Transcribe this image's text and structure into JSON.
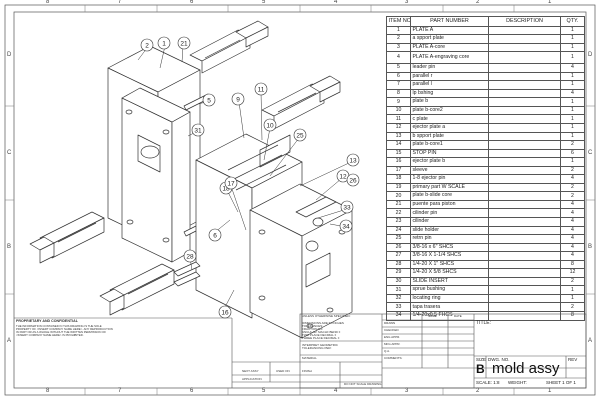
{
  "zones": {
    "top": [
      "8",
      "7",
      "6",
      "5",
      "4",
      "3",
      "2",
      "1"
    ],
    "bottom": [
      "8",
      "7",
      "6",
      "5",
      "4",
      "3",
      "2",
      "1"
    ],
    "left": [
      "D",
      "C",
      "B",
      "A"
    ],
    "right": [
      "D",
      "C",
      "B",
      "A"
    ]
  },
  "bom": {
    "headers": [
      "ITEM NO.",
      "PART NUMBER",
      "DESCRIPTION",
      "QTY."
    ],
    "rows": [
      {
        "no": "1",
        "part": "PLATE A",
        "desc": "",
        "qty": "1"
      },
      {
        "no": "2",
        "part": "a spport plate",
        "desc": "",
        "qty": "1"
      },
      {
        "no": "3",
        "part": "PLATE A-core",
        "desc": "",
        "qty": "1"
      },
      {
        "no": "4",
        "part": "PLATE A-engraving core",
        "desc": "",
        "qty": "1"
      },
      {
        "no": "5",
        "part": "leader pin",
        "desc": "",
        "qty": "4"
      },
      {
        "no": "6",
        "part": "parallel r",
        "desc": "",
        "qty": "1"
      },
      {
        "no": "7",
        "part": "parallel l",
        "desc": "",
        "qty": "1"
      },
      {
        "no": "8",
        "part": "lp bshing",
        "desc": "",
        "qty": "4"
      },
      {
        "no": "9",
        "part": "plate b",
        "desc": "",
        "qty": "1"
      },
      {
        "no": "10",
        "part": "plate b-core2",
        "desc": "",
        "qty": "1"
      },
      {
        "no": "11",
        "part": "c plate",
        "desc": "",
        "qty": "1"
      },
      {
        "no": "12",
        "part": "ejector plate a",
        "desc": "",
        "qty": "1"
      },
      {
        "no": "13",
        "part": "b spport plate",
        "desc": "",
        "qty": "1"
      },
      {
        "no": "14",
        "part": "plate b-core1",
        "desc": "",
        "qty": "2"
      },
      {
        "no": "15",
        "part": "STOP PIN",
        "desc": "",
        "qty": "6"
      },
      {
        "no": "16",
        "part": "ejector plate b",
        "desc": "",
        "qty": "1"
      },
      {
        "no": "17",
        "part": "sleeve",
        "desc": "",
        "qty": "2"
      },
      {
        "no": "18",
        "part": "1-8 ejector pin",
        "desc": "",
        "qty": "4"
      },
      {
        "no": "19",
        "part": "primary part W SCALE",
        "desc": "",
        "qty": "2"
      },
      {
        "no": "20",
        "part": "plate b-slide core",
        "desc": "",
        "qty": "2"
      },
      {
        "no": "21",
        "part": "puente para piston",
        "desc": "",
        "qty": "4"
      },
      {
        "no": "22",
        "part": "cilinder pin",
        "desc": "",
        "qty": "4"
      },
      {
        "no": "23",
        "part": "cilinder",
        "desc": "",
        "qty": "4"
      },
      {
        "no": "24",
        "part": "slide holder",
        "desc": "",
        "qty": "4"
      },
      {
        "no": "25",
        "part": "retrn pin",
        "desc": "",
        "qty": "4"
      },
      {
        "no": "26",
        "part": "3/8-16 x 6\" SHCS",
        "desc": "",
        "qty": "4"
      },
      {
        "no": "27",
        "part": "3/8-16 X 1-1/4 SHCS",
        "desc": "",
        "qty": "4"
      },
      {
        "no": "28",
        "part": "1/4-20 X 1\" SHCS",
        "desc": "",
        "qty": "8"
      },
      {
        "no": "29",
        "part": "1/4-20 X 5/8 SHCS",
        "desc": "",
        "qty": "12"
      },
      {
        "no": "30",
        "part": "SLIDE INSERT",
        "desc": "",
        "qty": "2"
      },
      {
        "no": "31",
        "part": "sprue bushing",
        "desc": "",
        "qty": "1"
      },
      {
        "no": "32",
        "part": "locating ring",
        "desc": "",
        "qty": "1"
      },
      {
        "no": "33",
        "part": "tapa trasera",
        "desc": "",
        "qty": "2"
      },
      {
        "no": "34",
        "part": "1/4-20x0.5 FHCS",
        "desc": "",
        "qty": "8"
      }
    ]
  },
  "balloons": [
    "2",
    "1",
    "21",
    "5",
    "31",
    "9",
    "11",
    "10",
    "25",
    "13",
    "12",
    "26",
    "33",
    "34",
    "18",
    "17",
    "6",
    "28",
    "16"
  ],
  "title_block": {
    "unless": "UNLESS OTHERWISE SPECIFIED:",
    "dims": "DIMENSIONS ARE IN INCHES",
    "tol": "TOLERANCES:",
    "frac": "FRACTIONAL±",
    "ang": "ANGULAR: MACH±   BEND ±",
    "two": "TWO PLACE DECIMAL   ±",
    "three": "THREE PLACE DECIMAL   ±",
    "interp": "INTERPRET GEOMETRIC",
    "tolerancing": "TOLERANCING PER:",
    "material": "MATERIAL",
    "finish": "FINISH",
    "drawn": "DRAWN",
    "checked": "CHECKED",
    "eng": "ENG APPR.",
    "mfg": "MFG APPR.",
    "qa": "Q.A.",
    "comments": "COMMENTS:",
    "name": "NAME",
    "date": "DATE",
    "title_label": "TITLE:",
    "proprietary": "PROPRIETARY AND CONFIDENTIAL",
    "prop_text": "THE INFORMATION CONTAINED IN THIS DRAWING IS THE SOLE PROPERTY OF <INSERT COMPANY NAME HERE>. ANY REPRODUCTION IN PART OR AS A WHOLE WITHOUT THE WRITTEN PERMISSION OF <INSERT COMPANY NAME HERE> IS PROHIBITED.",
    "next_assy": "NEXT ASSY",
    "used_on": "USED ON",
    "application": "APPLICATION",
    "no_scale": "DO NOT SCALE DRAWING",
    "size_label": "SIZE",
    "dwg_label": "DWG.  NO.",
    "rev_label": "REV",
    "size": "B",
    "title": "mold assy",
    "scale": "SCALE: 1:8",
    "weight": "WEIGHT:",
    "sheet": "SHEET 1 OF 1"
  }
}
